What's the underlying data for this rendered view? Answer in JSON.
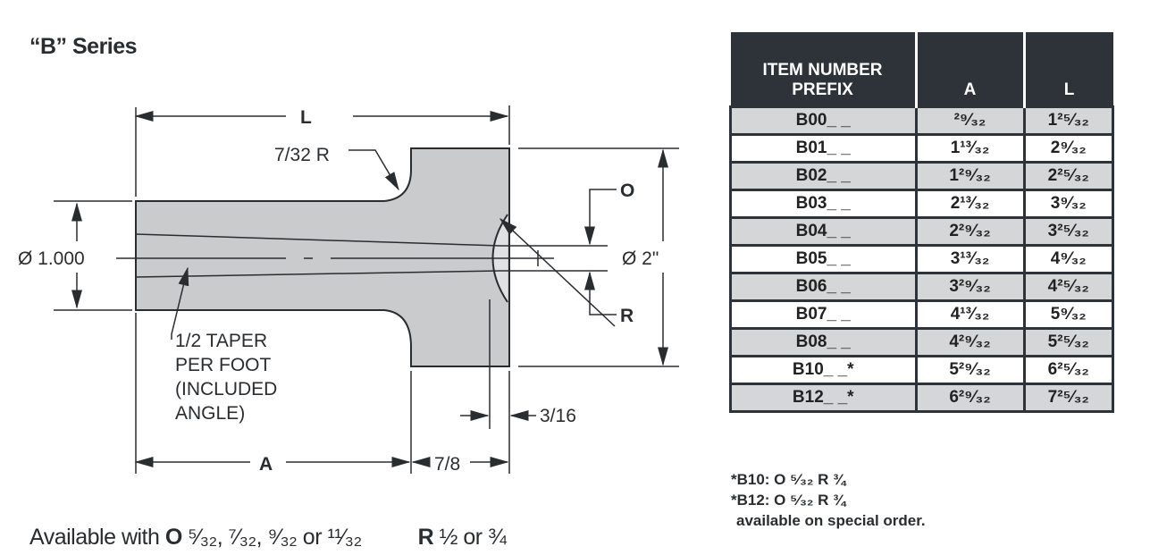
{
  "title": "“B” Series",
  "drawing": {
    "L": "L",
    "A": "A",
    "radius_label": "7/32 R",
    "dia_left": "Ø 1.000",
    "dia_right": "Ø 2\"",
    "O": "O",
    "R": "R",
    "flange": "7/8",
    "recess": "3/16",
    "taper": [
      "1/2 TAPER",
      "PER FOOT",
      "(INCLUDED",
      "ANGLE)"
    ]
  },
  "availability": {
    "prefix": "Available with",
    "o_label": "O",
    "o_values": "⁵⁄₃₂, ⁷⁄₃₂, ⁹⁄₃₂ or ¹¹⁄₃₂",
    "r_label": "R",
    "r_values": "½ or ¾"
  },
  "table": {
    "headers": [
      "ITEM NUMBER PREFIX",
      "A",
      "L"
    ],
    "rows": [
      [
        "B00_ _",
        "²⁹⁄₃₂",
        "1²⁵⁄₃₂"
      ],
      [
        "B01_ _",
        "1¹³⁄₃₂",
        "2⁹⁄₃₂"
      ],
      [
        "B02_ _",
        "1²⁹⁄₃₂",
        "2²⁵⁄₃₂"
      ],
      [
        "B03_ _",
        "2¹³⁄₃₂",
        "3⁹⁄₃₂"
      ],
      [
        "B04_ _",
        "2²⁹⁄₃₂",
        "3²⁵⁄₃₂"
      ],
      [
        "B05_ _",
        "3¹³⁄₃₂",
        "4⁹⁄₃₂"
      ],
      [
        "B06_ _",
        "3²⁹⁄₃₂",
        "4²⁵⁄₃₂"
      ],
      [
        "B07_ _",
        "4¹³⁄₃₂",
        "5⁹⁄₃₂"
      ],
      [
        "B08_ _",
        "4²⁹⁄₃₂",
        "5²⁵⁄₃₂"
      ],
      [
        "B10_ _*",
        "5²⁹⁄₃₂",
        "6²⁵⁄₃₂"
      ],
      [
        "B12_ _*",
        "6²⁹⁄₃₂",
        "7²⁵⁄₃₂"
      ]
    ]
  },
  "footnotes": [
    "*B10: O ⁵⁄₃₂ R ¾",
    "*B12: O ⁵⁄₃₂ R ¾",
    "available on special order."
  ]
}
